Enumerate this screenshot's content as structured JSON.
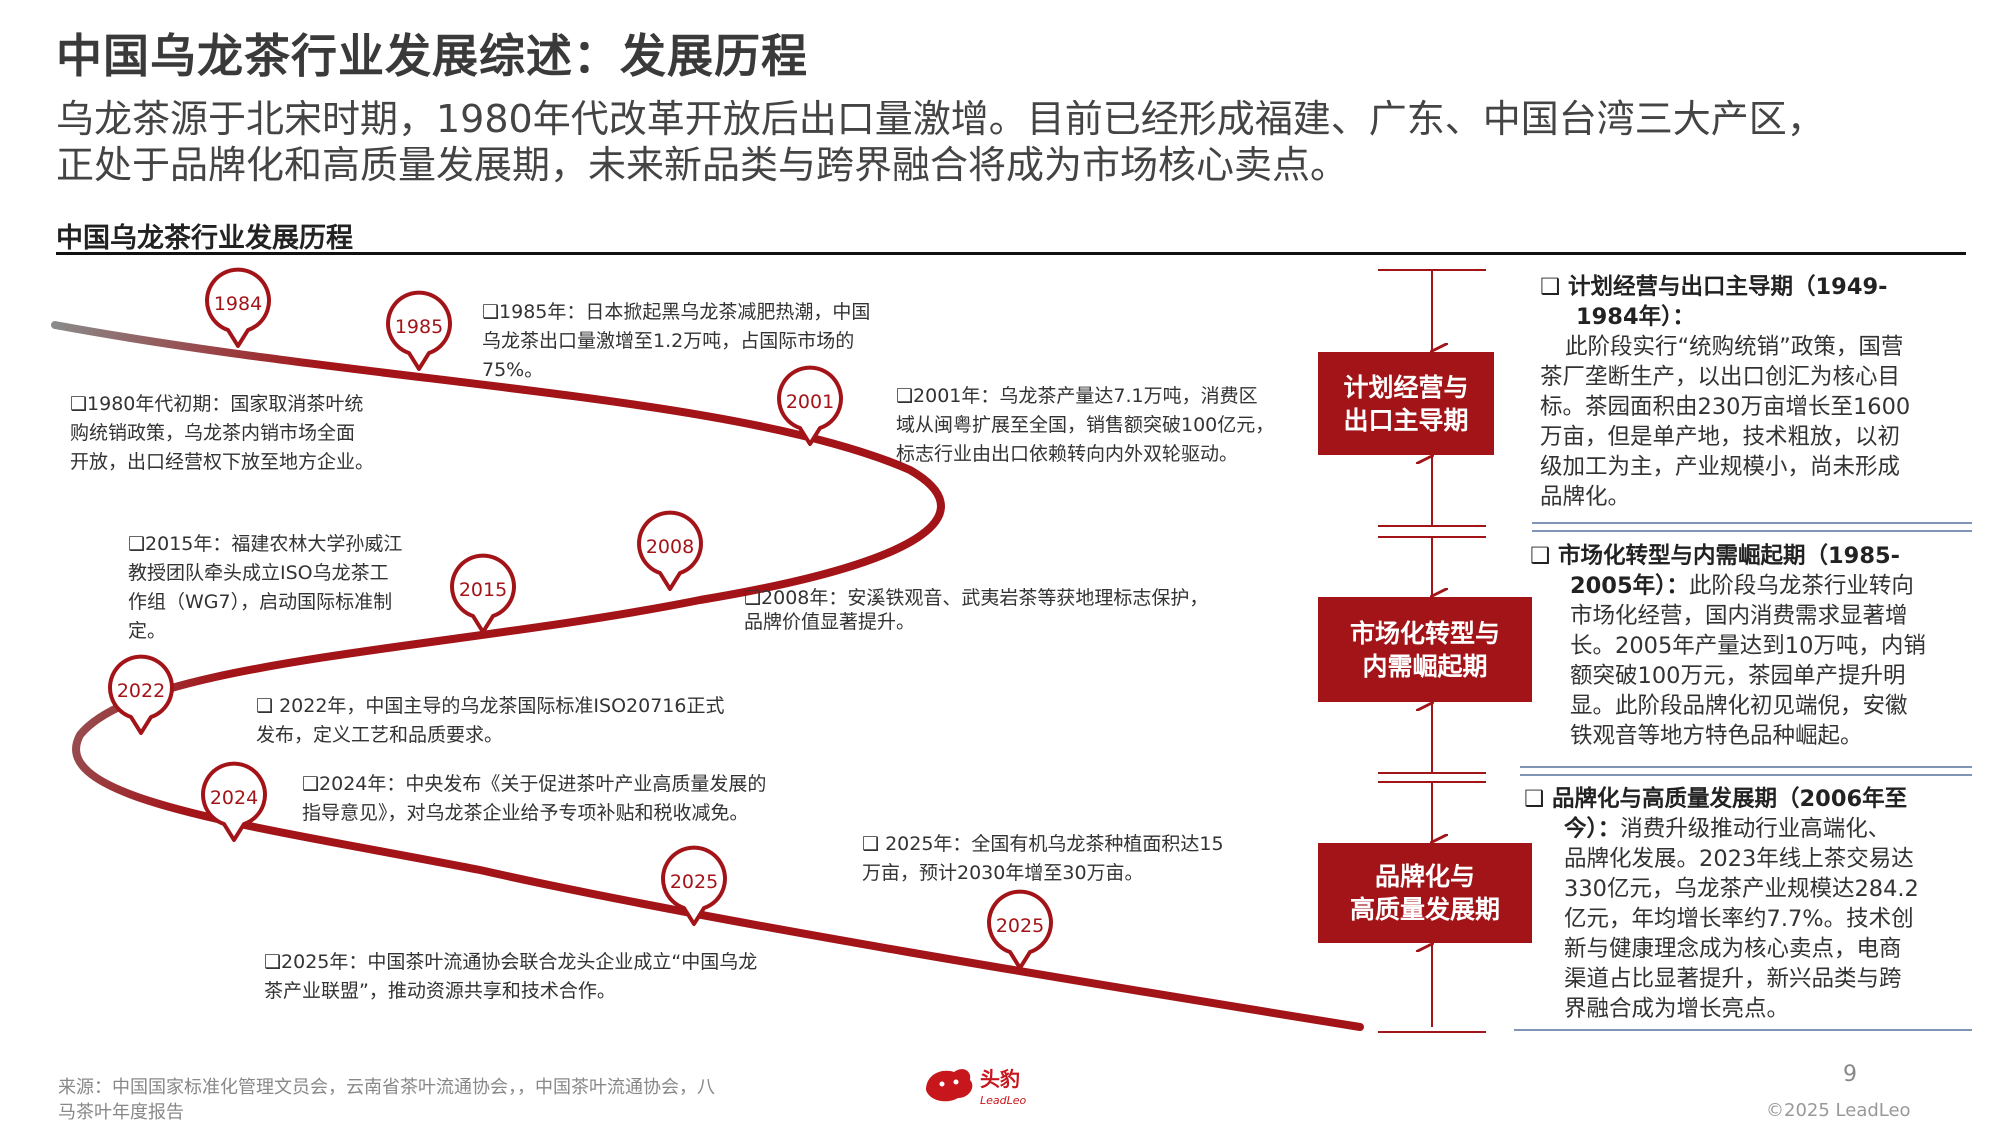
{
  "header": {
    "title": "中国乌龙茶行业发展综述：发展历程",
    "subtitle_line1": "乌龙茶源于北宋时期，1980年代改革开放后出口量激增。目前已经形成福建、广东、中国台湾三大产区，",
    "subtitle_line2": "正处于品牌化和高质量发展期，未来新品类与跨界融合将成为市场核心卖点。"
  },
  "section": {
    "title": "中国乌龙茶行业发展历程"
  },
  "colors": {
    "accent": "#a31419",
    "separator": "#7f95b5",
    "curve_start": "#8a8a8a"
  },
  "pins": [
    "1984",
    "1985",
    "2001",
    "2008",
    "2015",
    "2022",
    "2024",
    "2025",
    "2025"
  ],
  "notes": {
    "n1985": [
      "❑1985年：日本掀起黑乌龙茶减肥热潮，中国",
      "乌龙茶出口量激增至1.2万吨，占国际市场的",
      "75%。"
    ],
    "n1980": [
      "❑1980年代初期：国家取消茶叶统",
      "购统销政策，乌龙茶内销市场全面",
      "开放，出口经营权下放至地方企业。"
    ],
    "n2001": [
      "❑2001年：乌龙茶产量达7.1万吨，消费区",
      "域从闽粤扩展至全国，销售额突破100亿元，",
      "标志行业由出口依赖转向内外双轮驱动。"
    ],
    "n2015": [
      "❑2015年：福建农林大学孙威江",
      "教授团队牵头成立ISO乌龙茶工",
      "作组（WG7），启动国际标准制",
      "定。"
    ],
    "n2008": [
      "❑2008年：安溪铁观音、武夷岩茶等获地理标志保护，",
      "品牌价值显著提升。"
    ],
    "n2022": [
      "❑ 2022年，中国主导的乌龙茶国际标准ISO20716正式",
      "发布，定义工艺和品质要求。"
    ],
    "n2024": [
      "❑2024年：中央发布《关于促进茶叶产业高质量发展的",
      "指导意见》，对乌龙茶企业给予专项补贴和税收减免。"
    ],
    "n2025a": [
      "❑ 2025年：全国有机乌龙茶种植面积达15",
      "万亩，预计2030年增至30万亩。"
    ],
    "n2025b": [
      "❑2025年：中国茶叶流通协会联合龙头企业成立“中国乌龙",
      "茶产业联盟”，推动资源共享和技术合作。"
    ]
  },
  "phases": [
    {
      "box": [
        "计划经营与",
        "出口主导期"
      ]
    },
    {
      "box": [
        "市场化转型与",
        "内需崛起期"
      ]
    },
    {
      "box": [
        "品牌化与",
        "高质量发展期"
      ]
    }
  ],
  "descriptions": {
    "d1": {
      "head1": "❑  计划经营与出口主导期（1949-",
      "head2": "1984年）：",
      "lines": [
        "此阶段实行“统购统销”政策，国营",
        "茶厂垄断生产，以出口创汇为核心目",
        "标。茶园面积由230万亩增长至1600",
        "万亩，但是单产地，技术粗放，以初",
        "级加工为主，产业规模小，尚未形成",
        "品牌化。"
      ]
    },
    "d2": {
      "head1": "❑  市场化转型与内需崛起期（1985-",
      "head2": "2005年）：",
      "head2_tail": "此阶段乌龙茶行业转向",
      "lines": [
        "市场化经营，国内消费需求显著增",
        "长。2005年产量达到10万吨，内销",
        "额突破100万元，茶园单产提升明",
        "显。此阶段品牌化初见端倪，安徽",
        "铁观音等地方特色品种崛起。"
      ]
    },
    "d3": {
      "head1": "❑  品牌化与高质量发展期（2006年至",
      "head2": "今）：",
      "head2_tail": "消费升级推动行业高端化、",
      "lines": [
        "品牌化发展。2023年线上茶交易达",
        "330亿元，乌龙茶产业规模达284.2",
        "亿元，年均增长率约7.7%。技术创",
        "新与健康理念成为核心卖点，电商",
        "渠道占比显著提升，新兴品类与跨",
        "界融合成为增长亮点。"
      ]
    }
  },
  "footer": {
    "source_line1": "来源：中国国家标准化管理文员会，云南省茶叶流通协会，，中国茶叶流通协会，八",
    "source_line2": "马茶叶年度报告",
    "page_number": "9",
    "copyright": "©2025 LeadLeo",
    "logo_cn": "头豹",
    "logo_en": "LeadLeo"
  }
}
